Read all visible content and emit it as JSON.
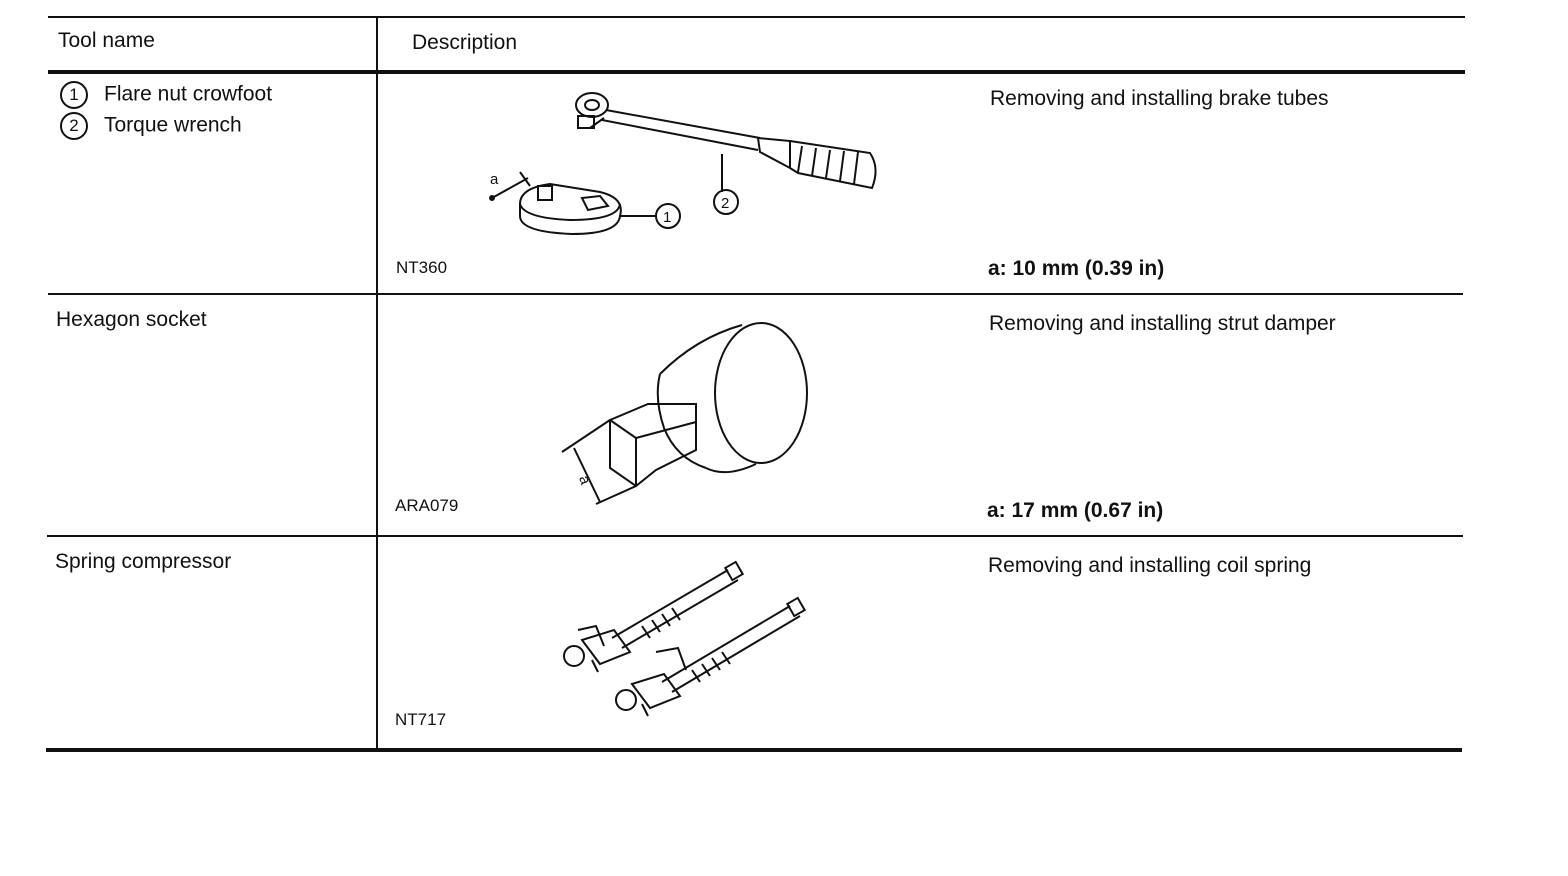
{
  "table": {
    "headers": {
      "tool_name": "Tool name",
      "description": "Description"
    },
    "rows": [
      {
        "tool_items": [
          {
            "number": "1",
            "name": "Flare nut crowfoot"
          },
          {
            "number": "2",
            "name": "Torque wrench"
          }
        ],
        "illustration_code": "NT360",
        "purpose": "Removing and installing brake tubes",
        "spec": "a: 10 mm (0.39 in)",
        "callouts": [
          "a",
          "1",
          "2"
        ]
      },
      {
        "tool_name": "Hexagon socket",
        "illustration_code": "ARA079",
        "purpose": "Removing and installing strut damper",
        "spec": "a: 17 mm (0.67 in)",
        "callouts": [
          "a"
        ]
      },
      {
        "tool_name": "Spring compressor",
        "illustration_code": "NT717",
        "purpose": "Removing and installing coil spring"
      }
    ]
  }
}
